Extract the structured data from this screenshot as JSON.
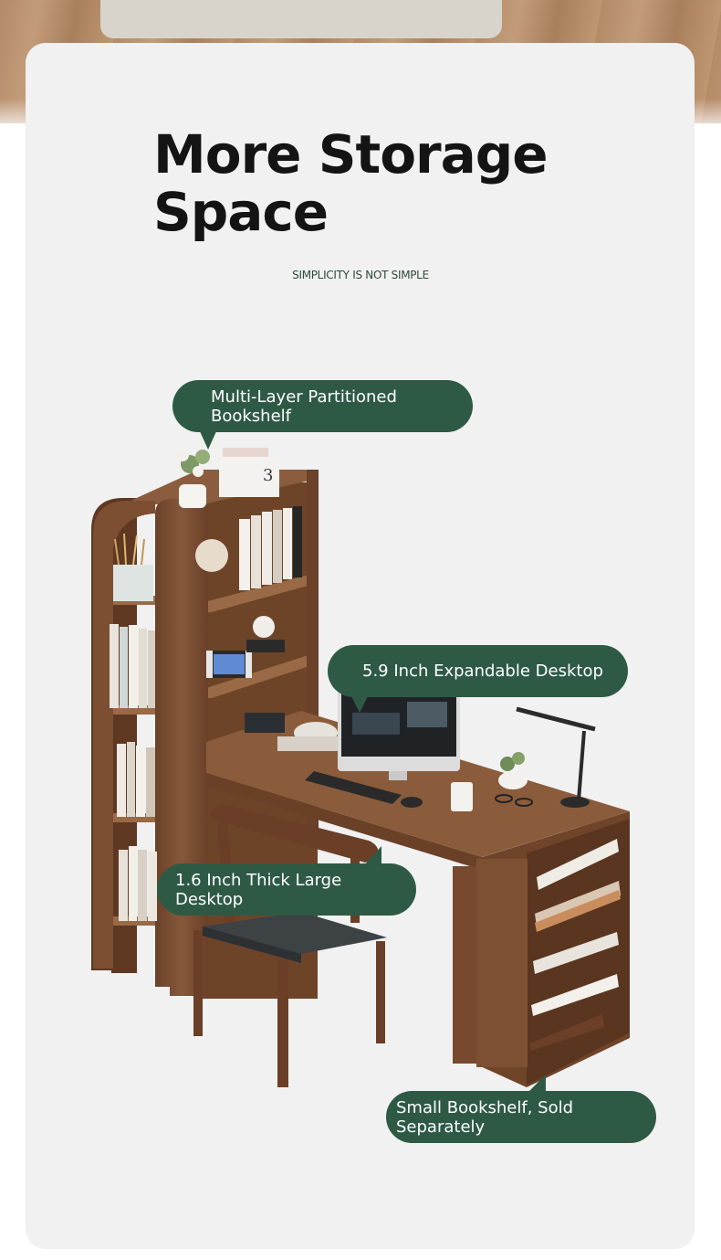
{
  "header": {
    "title_line1": "More Storage",
    "title_line2": "Space",
    "subtitle": "SIMPLICITY IS NOT SIMPLE"
  },
  "callouts": [
    {
      "line1": "Multi-Layer Partitioned",
      "line2": "Bookshelf"
    },
    {
      "line1": "5.9 Inch Expandable Desktop",
      "line2": ""
    },
    {
      "line1": "1.6 Inch Thick Large",
      "line2": "Desktop"
    },
    {
      "line1": "Small Bookshelf, Sold",
      "line2": "Separately"
    }
  ],
  "illustration": {
    "book_number": "3"
  },
  "colors": {
    "accent": "#2e5a45",
    "wood": "#7a4d33",
    "card_background": "#f1f1f1",
    "title_text": "#141414"
  }
}
